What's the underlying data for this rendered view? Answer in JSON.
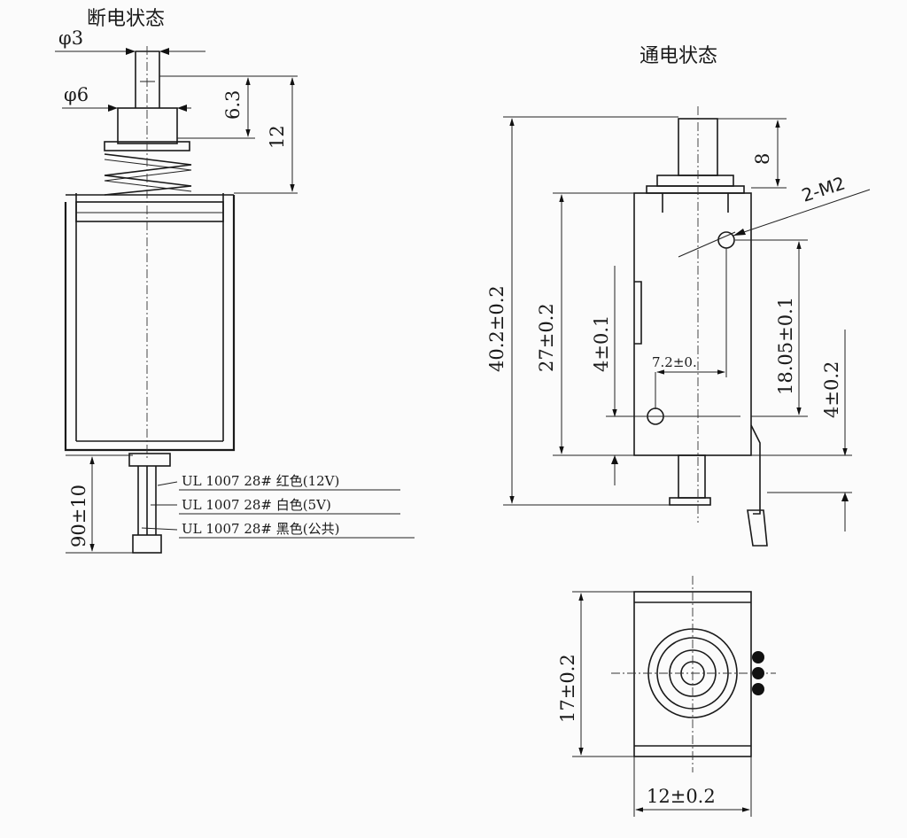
{
  "views": {
    "off_state_title": "断电状态",
    "on_state_title": "通电状态"
  },
  "off_view": {
    "dim_phi3": "φ3",
    "dim_phi6": "φ6",
    "dim_6_3": "6.3",
    "dim_12": "12",
    "dim_lead_length": "90±10",
    "wires": [
      "UL 1007 28# 红色(12V)",
      "UL 1007 28# 白色(5V)",
      "UL 1007 28# 黑色(公共)"
    ]
  },
  "on_view": {
    "dim_overall": "40.2±0.2",
    "dim_body": "27±0.2",
    "dim_4_left": "4±0.1",
    "dim_7_2": "7.2±0.",
    "dim_holes": "2-M2",
    "dim_18_05": "18.05±0.1",
    "dim_4_right": "4±0.2",
    "dim_8": "8"
  },
  "end_view": {
    "dim_height": "17±0.2",
    "dim_width": "12±0.2"
  }
}
